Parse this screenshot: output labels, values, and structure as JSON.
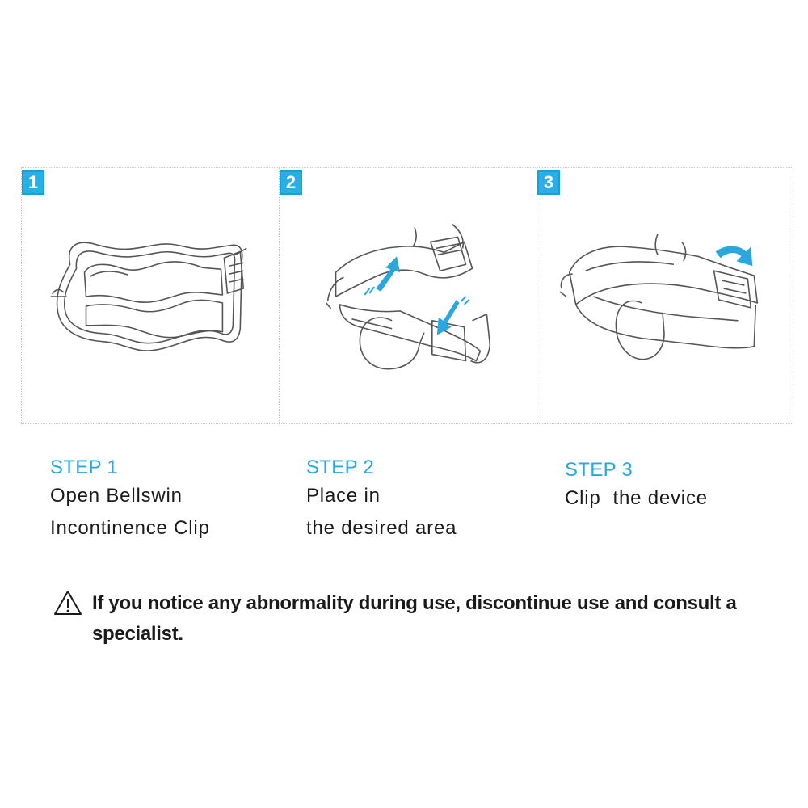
{
  "panels": [
    {
      "number": "1"
    },
    {
      "number": "2"
    },
    {
      "number": "3"
    }
  ],
  "steps": [
    {
      "title": "STEP 1",
      "line1": "Open Bellswin",
      "line2": "Incontinence Clip"
    },
    {
      "title": "STEP 2",
      "line1": "Place in",
      "line2": "the desired area"
    },
    {
      "title": "STEP 3",
      "line1": "Clip  the device",
      "line2": ""
    }
  ],
  "warning": {
    "icon": "warning-triangle-icon",
    "text": "If you notice any abnormality during use, discontinue use and consult a specialist."
  },
  "colors": {
    "accent": "#2aa7de",
    "badge": "#2aaee6",
    "arrow": "#2aa7de",
    "line": "#555555"
  }
}
